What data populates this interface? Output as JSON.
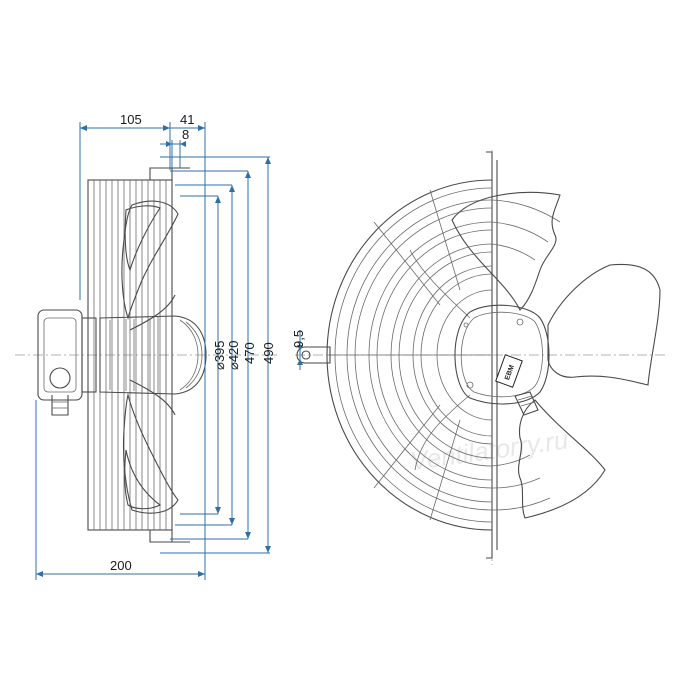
{
  "dimensions": {
    "d105": "105",
    "d41": "41",
    "d8": "8",
    "d200": "200",
    "d395": "⌀395",
    "d420": "⌀420",
    "d470": "470",
    "d490": "490",
    "d9_5": "9,5"
  },
  "watermark": "Ventilatorry.ru",
  "motor_badge": "EBM",
  "colors": {
    "dimension": "#2f6fa8",
    "outline": "#4a4a4a"
  }
}
